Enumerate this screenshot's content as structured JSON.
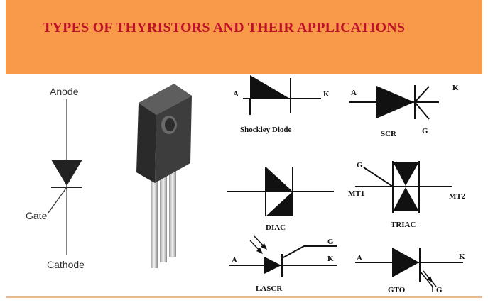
{
  "header": {
    "title": "TYPES OF THYRISTORS AND THEIR APPLICATIONS",
    "background": "#f89a4a",
    "title_color": "#c0112a"
  },
  "generic_symbol": {
    "anode": "Anode",
    "gate": "Gate",
    "cathode": "Cathode"
  },
  "symbols": {
    "shockley": {
      "name": "Shockley Diode",
      "a": "A",
      "k": "K"
    },
    "scr": {
      "name": "SCR",
      "a": "A",
      "k": "K",
      "g": "G"
    },
    "diac": {
      "name": "DIAC"
    },
    "triac": {
      "name": "TRIAC",
      "g": "G",
      "mt1": "MT1",
      "mt2": "MT2"
    },
    "lascr": {
      "name": "LASCR",
      "a": "A",
      "k": "K",
      "g": "G"
    },
    "gto": {
      "name": "GTO",
      "a": "A",
      "k": "K",
      "g": "G"
    }
  }
}
